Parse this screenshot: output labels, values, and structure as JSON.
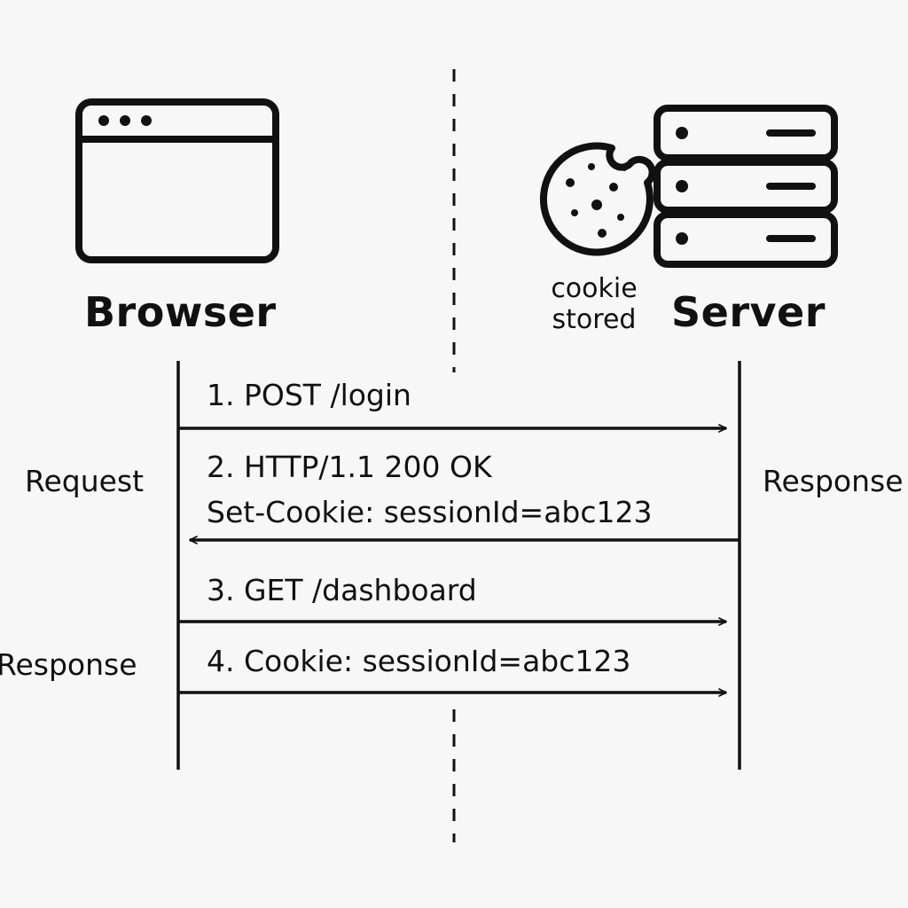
{
  "actors": {
    "browser": {
      "label": "Browser",
      "icon": "browser-window-icon"
    },
    "server": {
      "label": "Server",
      "icon": "server-rack-icon"
    }
  },
  "cookie_note": {
    "icon": "cookie-icon",
    "line1": "cookie",
    "line2": "stored"
  },
  "messages": [
    {
      "direction": "right",
      "lines": [
        "1. POST /login"
      ]
    },
    {
      "direction": "left",
      "lines": [
        "2. HTTP/1.1 200 OK",
        "Set-Cookie: sessionId=abc123"
      ]
    },
    {
      "direction": "right",
      "lines": [
        "3. GET /dashboard"
      ]
    },
    {
      "direction": "right",
      "lines": [
        "4. Cookie: sessionId=abc123"
      ]
    }
  ],
  "side_labels": {
    "left_upper": "Request",
    "left_lower": "Response",
    "right_upper": "Response"
  },
  "colors": {
    "ink": "#111111",
    "background": "#f7f7f7"
  }
}
